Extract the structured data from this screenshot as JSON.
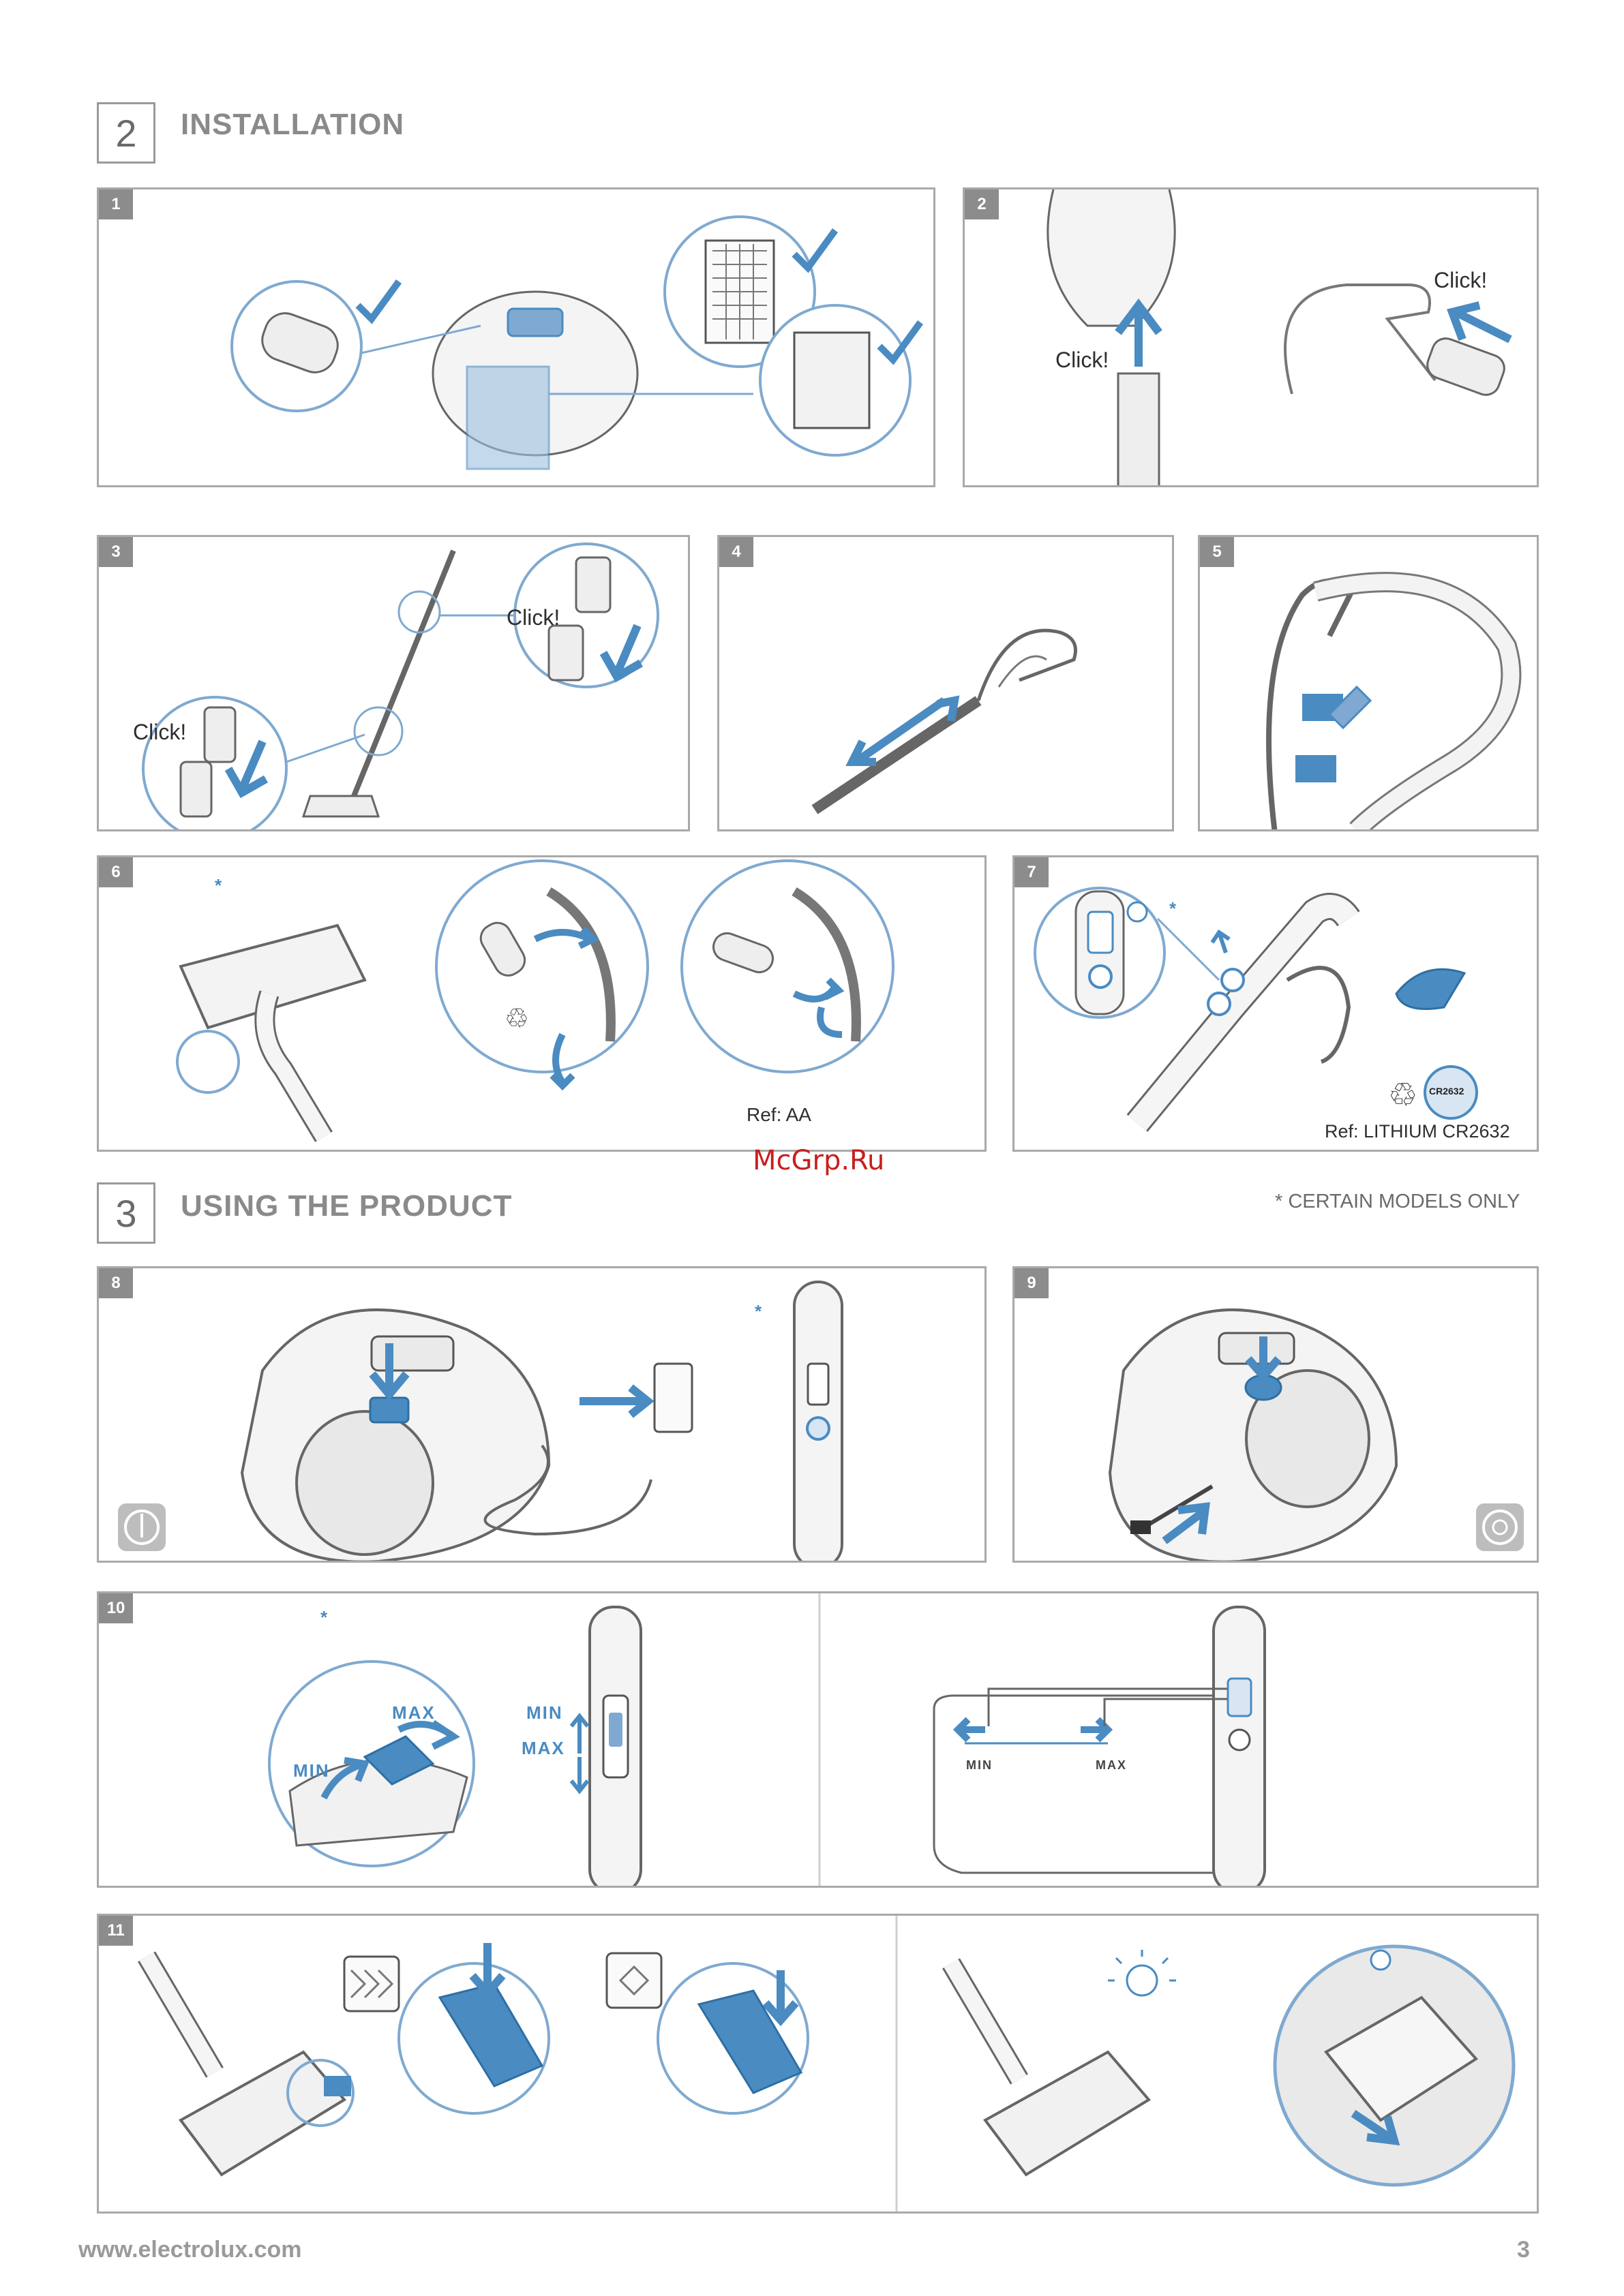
{
  "sections": [
    {
      "number": "2",
      "title": "INSTALLATION"
    },
    {
      "number": "3",
      "title": "USING THE PRODUCT"
    }
  ],
  "certain_models_note": "* CERTAIN MODELS ONLY",
  "star": "*",
  "panels": [
    {
      "number": "1"
    },
    {
      "number": "2",
      "labels": [
        "Click!",
        "Click!"
      ]
    },
    {
      "number": "3",
      "labels": [
        "Click!",
        "Click!"
      ]
    },
    {
      "number": "4"
    },
    {
      "number": "5"
    },
    {
      "number": "6",
      "ref": "Ref: AA"
    },
    {
      "number": "7",
      "ref": "Ref: LITHIUM CR2632",
      "battery_label": "CR2632"
    },
    {
      "number": "8"
    },
    {
      "number": "9"
    },
    {
      "number": "10",
      "labels": {
        "min": "MIN",
        "max": "MAX"
      }
    },
    {
      "number": "11"
    }
  ],
  "watermark": "McGrp.Ru",
  "footer": {
    "website": "www.electrolux.com",
    "page": "3"
  },
  "colors": {
    "accent": "#4a8bc2",
    "line": "#6f6f6f",
    "frame": "#a9a9a9"
  }
}
